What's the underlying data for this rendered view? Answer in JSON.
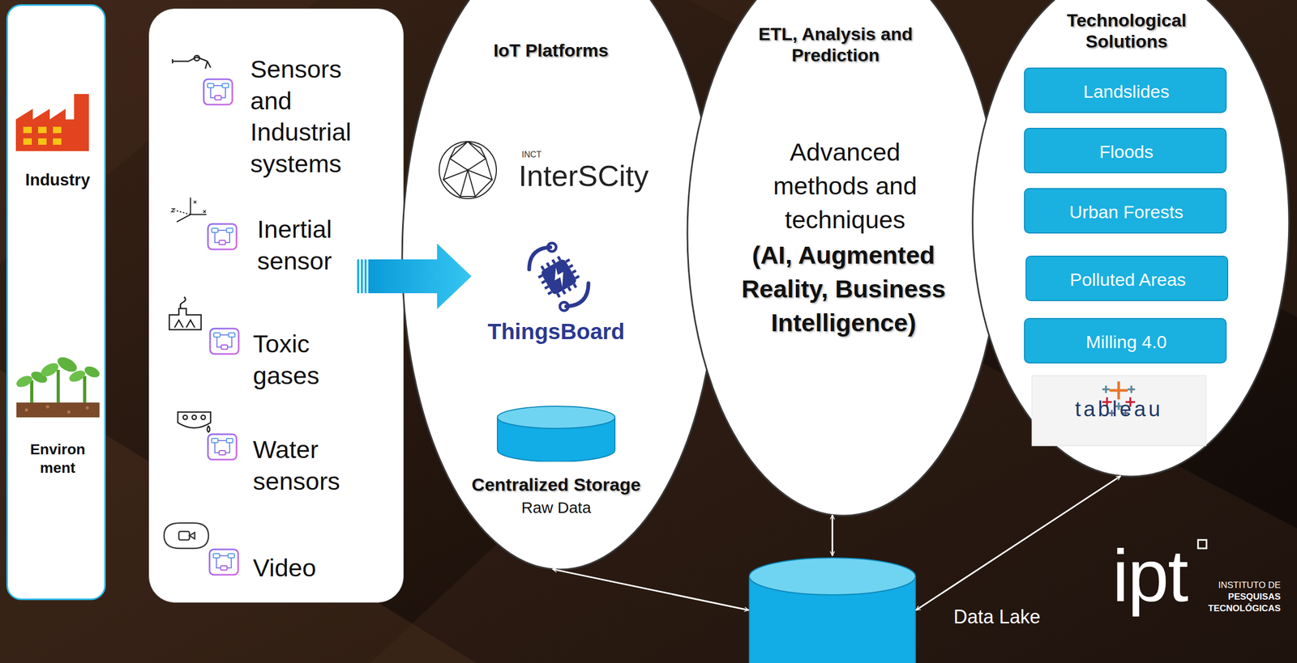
{
  "diagram": {
    "nodes": [
      {
        "text": [
          "Industry",
          "Environ ment"
        ]
      },
      {
        "text": [
          "Sensors and Industrial systems",
          "Inertial sensor",
          "Toxic gases",
          "Water sensors",
          "Video"
        ]
      },
      {
        "text": [
          "IoT Platforms",
          "INCT",
          "InterSCity",
          "ThingsBoard"
        ]
      },
      {
        "text": [
          "Centralized Storage",
          "Raw Data"
        ],
        "in": 2
      },
      {
        "text": [
          "ETL, Analysis and Prediction",
          "Advanced methods and techniques",
          "(AI, Augmented Reality, Business Intelligence)"
        ]
      },
      {
        "text": [
          "Technological Solutions"
        ]
      },
      {
        "text": [
          "Landslides"
        ],
        "in": 5
      },
      {
        "text": [
          "Floods"
        ],
        "in": 5
      },
      {
        "text": [
          "Urban Forests"
        ],
        "in": 5
      },
      {
        "text": [
          "Polluted Areas"
        ],
        "in": 5
      },
      {
        "text": [
          "Milling 4.0"
        ],
        "in": 5
      },
      {
        "text": [
          "Data Lake"
        ]
      }
    ],
    "edges": [
      {
        "from": 1,
        "to": 2,
        "arrow": "to"
      },
      {
        "from": 11,
        "to": 2,
        "arrow": "both"
      },
      {
        "from": 11,
        "to": 4,
        "arrow": "both"
      },
      {
        "from": 11,
        "to": 5,
        "arrow": "both"
      }
    ],
    "labels": [
      "tableau",
      "ipt",
      "INSTITUTO DE",
      "PESQUISAS",
      "TECNOLÓGICAS"
    ]
  }
}
